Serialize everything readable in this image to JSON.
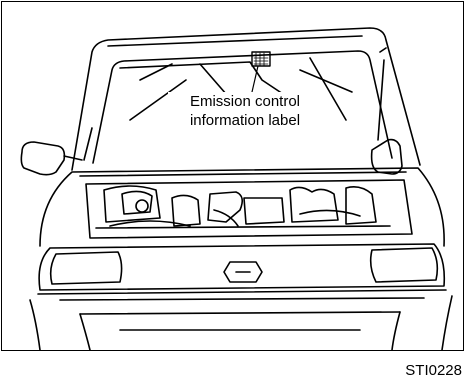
{
  "callout": {
    "line1": "Emission control",
    "line2": "information label"
  },
  "figure_id": "STI0228",
  "colors": {
    "line": "#000000",
    "background": "#ffffff"
  }
}
